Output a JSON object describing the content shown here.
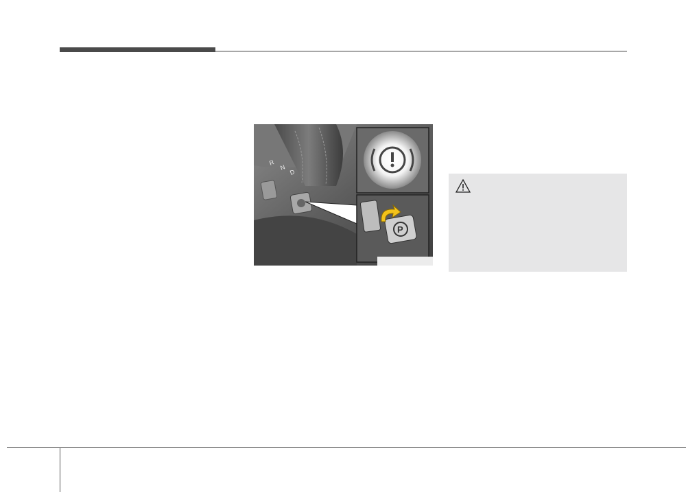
{
  "header": {
    "accent_color": "#4a4a4a"
  },
  "figure": {
    "shifter_letters": [
      "R",
      "N",
      "D"
    ],
    "code": "",
    "highlight_color": "#f2c21a",
    "warning_lamp_icon": "brake-warning-lamp-icon",
    "epb_switch_icon": "parking-p-icon"
  },
  "warning": {
    "icon": "warning-triangle-icon",
    "background": "#e6e6e7"
  },
  "footer": {}
}
